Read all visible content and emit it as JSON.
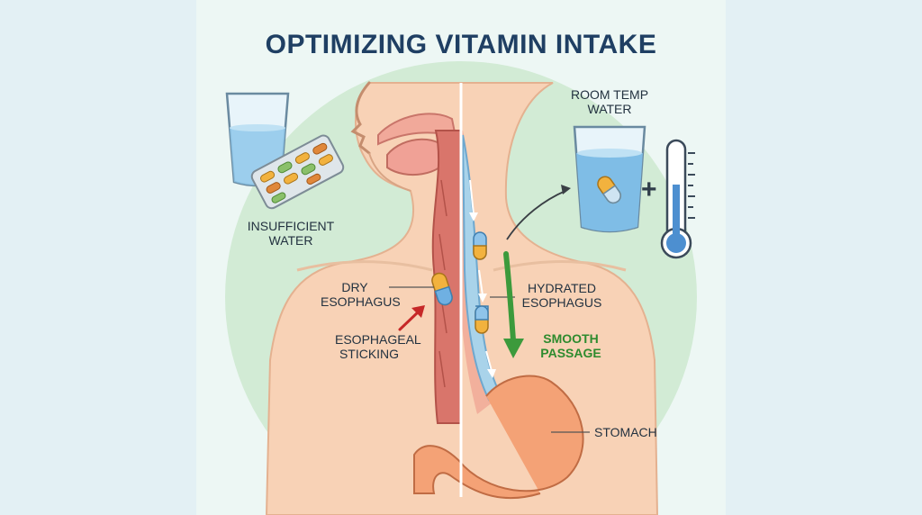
{
  "title": "OPTIMIZING VITAMIN INTAKE",
  "labels": {
    "insufficient_water": [
      "INSUFFICIENT",
      "WATER"
    ],
    "room_temp_water": [
      "ROOM TEMP",
      "WATER"
    ],
    "dry_esophagus": [
      "DRY",
      "ESOPHAGUS"
    ],
    "esophageal_sticking": [
      "ESOPHAGEAL",
      "STICKING"
    ],
    "hydrated_esophagus": [
      "HYDRATED",
      "ESOPHAGUS"
    ],
    "smooth_passage": [
      "SMOOTH",
      "PASSAGE"
    ],
    "stomach": "STOMACH",
    "plus_sign": "+"
  },
  "colors": {
    "title": "#1f3f63",
    "text": "#233240",
    "smooth_passage": "#2e8b2e",
    "problem_arrow": "#c62828",
    "flow_arrow": "#3c9a3c",
    "skin": "#f8d2b6",
    "esophagus_dry": "#d9756b",
    "esophagus_hydrated": "#a9d3ea",
    "stomach": "#f4a276",
    "water": "#8ec7ea",
    "green_circle": "#cde9cf"
  },
  "icons": {
    "glass": "water-glass-icon",
    "blister": "pill-blister-pack-icon",
    "capsule": "capsule-icon",
    "thermometer": "thermometer-icon"
  }
}
